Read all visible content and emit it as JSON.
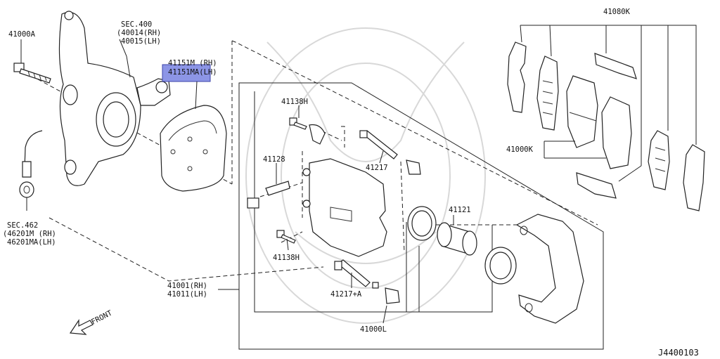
{
  "diagram": {
    "selected_part": "41151MA(LH)",
    "highlight_color": "#8c95e6",
    "callouts": {
      "p41000A": "41000A",
      "sec400": "SEC.400",
      "p40014": "(40014(RH)",
      "p40015": "40015(LH)",
      "p41151M": "41151M (RH)",
      "p41151MA": "41151MA(LH)",
      "p41138H_top": "41138H",
      "p41128": "41128",
      "p41217": "41217",
      "p41121": "41121",
      "p41138H_bot": "41138H",
      "p41217A": "41217+A",
      "p41000L": "41000L",
      "p41001": "41001(RH)",
      "p41011": "41011(LH)",
      "sec462": "SEC.462",
      "p46201M": "(46201M (RH)",
      "p46201MA": "46201MA(LH)",
      "p41080K": "41080K",
      "p41000K": "41000K"
    },
    "front_label": "FRONT",
    "drawing_number": "J4400103"
  }
}
